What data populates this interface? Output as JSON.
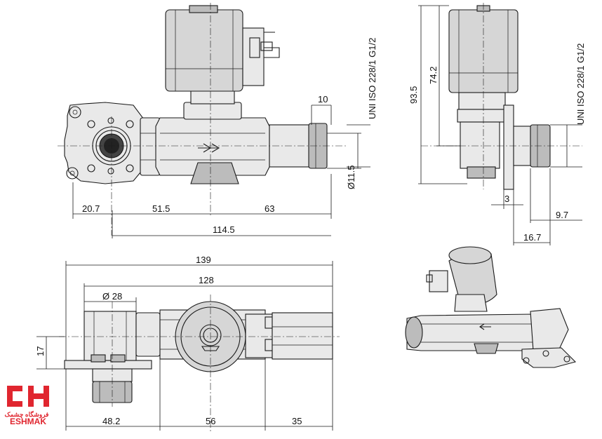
{
  "dimensions": {
    "front": {
      "d1": "20.7",
      "d2": "51.5",
      "d3": "63",
      "total": "114.5",
      "pipe_len": "10",
      "bore": "Ø11.5",
      "thread": "UNI ISO 228/1 G1/2"
    },
    "side": {
      "height_total": "93.5",
      "height_coil": "74.2",
      "thread": "UNI ISO 228/1 G1/2",
      "d3": "3",
      "d97": "9.7",
      "d167": "16.7"
    },
    "top": {
      "total": "139",
      "len128": "128",
      "dia": "Ø 28",
      "h17": "17",
      "d482": "48.2",
      "d56": "56",
      "d35": "35"
    }
  },
  "logo": {
    "mark": "CH",
    "persian": "فروشگاه چشمک",
    "brand": "ESHMAK"
  }
}
